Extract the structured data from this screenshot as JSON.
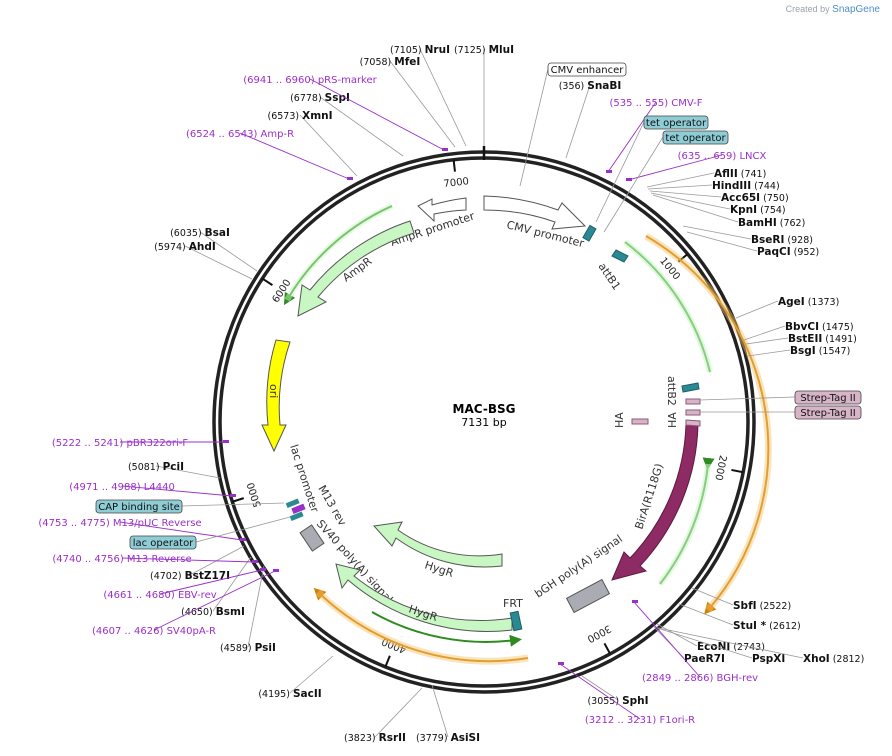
{
  "header": {
    "credit_prefix": "Created by",
    "credit_brand": "SnapGene"
  },
  "plasmid": {
    "name": "MAC-BSG",
    "size_label": "7131 bp",
    "length": 7131
  },
  "ticks": [
    {
      "label": "1000",
      "pos": 1000
    },
    {
      "label": "2000",
      "pos": 2000
    },
    {
      "label": "3000",
      "pos": 3000
    },
    {
      "label": "4000",
      "pos": 4000
    },
    {
      "label": "5000",
      "pos": 5000
    },
    {
      "label": "6000",
      "pos": 6000
    },
    {
      "label": "7000",
      "pos": 7000
    }
  ],
  "colors": {
    "enzyme": "#111111",
    "primer": "#9b2fc9",
    "ring": "#222222",
    "feature_green": "#c9f7c4",
    "feature_white": "#ffffff",
    "ori": "#ffff00",
    "birA": "#8e2a64",
    "polyA": "#a9acb3",
    "orf_orange": "#f5a623",
    "orf_green": "#2e8b1f",
    "teal": "#2a8a94",
    "tag_pink": "#d8b4c8",
    "box_blue": "#8fcdd6"
  },
  "enzymes": [
    {
      "name": "MluI",
      "pos": "(7125)"
    },
    {
      "name": "NruI",
      "pos": "(7105)"
    },
    {
      "name": "MfeI",
      "pos": "(7058)"
    },
    {
      "name": "SspI",
      "pos": "(6778)"
    },
    {
      "name": "XmnI",
      "pos": "(6573)"
    },
    {
      "name": "BsaI",
      "pos": "(6035)"
    },
    {
      "name": "AhdI",
      "pos": "(5974)"
    },
    {
      "name": "SnaBI",
      "pos": "(356)"
    },
    {
      "name": "AflII",
      "pos": "(741)"
    },
    {
      "name": "HindIII",
      "pos": "(744)"
    },
    {
      "name": "Acc65I",
      "pos": "(750)"
    },
    {
      "name": "KpnI",
      "pos": "(754)"
    },
    {
      "name": "BamHI",
      "pos": "(762)"
    },
    {
      "name": "BseRI",
      "pos": "(928)"
    },
    {
      "name": "PaqCI",
      "pos": "(952)"
    },
    {
      "name": "AgeI",
      "pos": "(1373)"
    },
    {
      "name": "BbvCI",
      "pos": "(1475)"
    },
    {
      "name": "BstEII",
      "pos": "(1491)"
    },
    {
      "name": "BsgI",
      "pos": "(1547)"
    },
    {
      "name": "SbfI",
      "pos": "(2522)"
    },
    {
      "name": "StuI *",
      "pos": "(2612)"
    },
    {
      "name": "EcoNI",
      "pos": "(2743)"
    },
    {
      "name": "PaeR7I",
      "pos": ""
    },
    {
      "name": "PspXI",
      "pos": ""
    },
    {
      "name": "XhoI",
      "pos": "(2812)"
    },
    {
      "name": "SphI",
      "pos": "(3055)"
    },
    {
      "name": "AsiSI",
      "pos": "(3779)"
    },
    {
      "name": "RsrII",
      "pos": "(3823)"
    },
    {
      "name": "SacII",
      "pos": "(4195)"
    },
    {
      "name": "PsiI",
      "pos": "(4589)"
    },
    {
      "name": "BsmI",
      "pos": "(4650)"
    },
    {
      "name": "BstZ17I",
      "pos": "(4702)"
    },
    {
      "name": "PciI",
      "pos": "(5081)"
    }
  ],
  "primers": [
    {
      "name": "pRS-marker",
      "range": "(6941 .. 6960)"
    },
    {
      "name": "Amp-R",
      "range": "(6524 .. 6543)"
    },
    {
      "name": "CMV-F",
      "range": "(535 .. 555)"
    },
    {
      "name": "LNCX",
      "range": "(635 .. 659)"
    },
    {
      "name": "pBR322ori-F",
      "range": "(5222 .. 5241)"
    },
    {
      "name": "L4440",
      "range": "(4971 .. 4988)"
    },
    {
      "name": "M13/pUC Reverse",
      "range": "(4753 .. 4775)"
    },
    {
      "name": "M13 Reverse",
      "range": "(4740 .. 4756)"
    },
    {
      "name": "EBV-rev",
      "range": "(4661 .. 4680)"
    },
    {
      "name": "SV40pA-R",
      "range": "(4607 .. 4626)"
    },
    {
      "name": "BGH-rev",
      "range": "(2849 .. 2866)"
    },
    {
      "name": "F1ori-R",
      "range": "(3212 .. 3231)"
    }
  ],
  "boxed_labels": [
    {
      "name": "CMV enhancer"
    },
    {
      "name": "tet operator"
    },
    {
      "name": "tet operator"
    },
    {
      "name": "CAP binding site"
    },
    {
      "name": "lac operator"
    },
    {
      "name": "Strep-Tag II"
    },
    {
      "name": "Strep-Tag II"
    }
  ],
  "features": [
    {
      "name": "CMV promoter"
    },
    {
      "name": "attB1"
    },
    {
      "name": "AmpR promoter"
    },
    {
      "name": "AmpR"
    },
    {
      "name": "ori"
    },
    {
      "name": "lac promoter"
    },
    {
      "name": "M13 rev"
    },
    {
      "name": "SV40 poly(A) signal"
    },
    {
      "name": "HygR"
    },
    {
      "name": "HygR"
    },
    {
      "name": "FRT"
    },
    {
      "name": "bGH poly(A) signal"
    },
    {
      "name": "BirA(R118G)"
    },
    {
      "name": "attB2"
    },
    {
      "name": "HA"
    },
    {
      "name": "HA"
    }
  ]
}
